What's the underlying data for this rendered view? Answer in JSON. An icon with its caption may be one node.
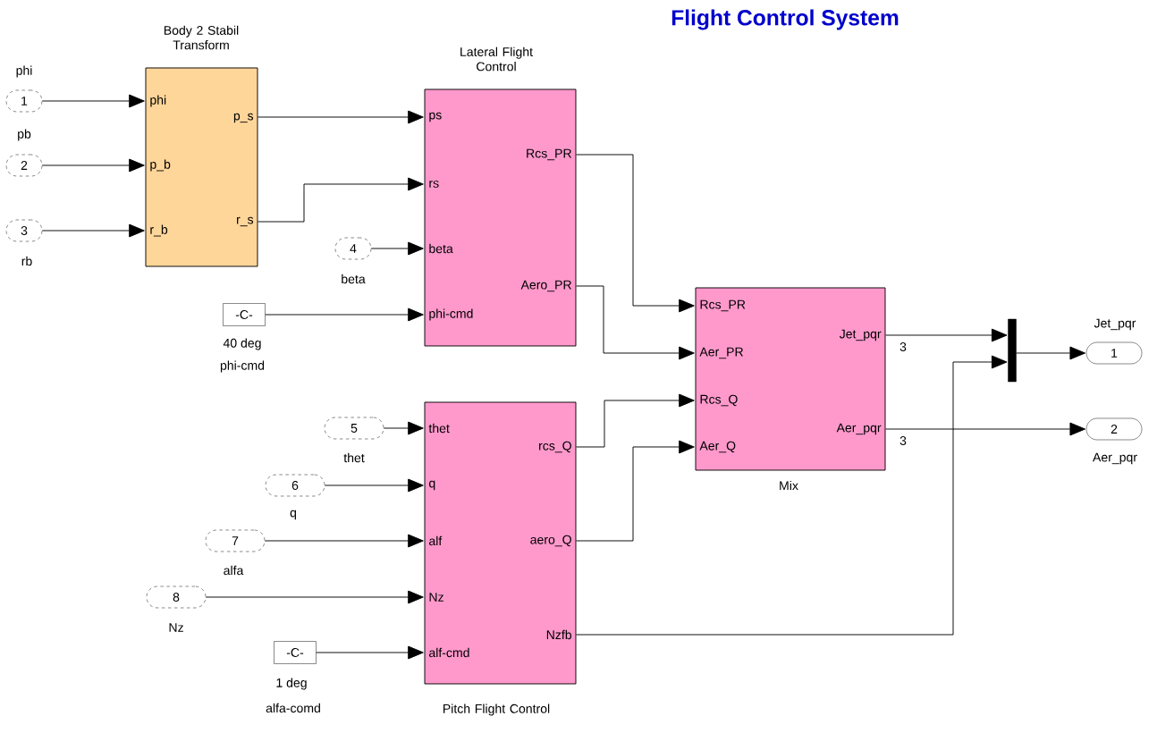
{
  "diagram": {
    "title": "Flight Control System",
    "nodes": [
      {
        "text": [
          "1"
        ],
        "beside": [
          "phi"
        ]
      },
      {
        "text": [
          "2"
        ],
        "beside": [
          "pb"
        ]
      },
      {
        "text": [
          "3"
        ],
        "beside": [
          "rb"
        ]
      },
      {
        "text": [
          "Body 2 Stabil Transform",
          "phi",
          "p_b",
          "r_b",
          "p_s",
          "r_s"
        ]
      },
      {
        "text": [
          "4"
        ],
        "beside": [
          "beta"
        ]
      },
      {
        "text": [
          "-C-"
        ],
        "beside": [
          "40 deg",
          "phi-cmd"
        ]
      },
      {
        "text": [
          "Lateral Flight Control",
          "ps",
          "rs",
          "beta",
          "phi-cmd",
          "Rcs_PR",
          "Aero_PR"
        ]
      },
      {
        "text": [
          "5"
        ],
        "beside": [
          "thet"
        ]
      },
      {
        "text": [
          "6"
        ],
        "beside": [
          "q"
        ]
      },
      {
        "text": [
          "7"
        ],
        "beside": [
          "alfa"
        ]
      },
      {
        "text": [
          "8"
        ],
        "beside": [
          "Nz"
        ]
      },
      {
        "text": [
          "-C-"
        ],
        "beside": [
          "1 deg",
          "alfa-comd"
        ]
      },
      {
        "text": [
          "Pitch Flight Control",
          "thet",
          "q",
          "alf",
          "Nz",
          "alf-cmd",
          "rcs_Q",
          "aero_Q",
          "Nzfb"
        ]
      },
      {
        "text": [
          "Mix",
          "Rcs_PR",
          "Aer_PR",
          "Rcs_Q",
          "Aer_Q",
          "Jet_pqr",
          "Aer_pqr"
        ]
      },
      {
        "text": [],
        "shape": "bar"
      },
      {
        "text": [
          "1"
        ],
        "beside": [
          "Jet_pqr"
        ]
      },
      {
        "text": [
          "2"
        ],
        "beside": [
          "Aer_pqr"
        ]
      }
    ],
    "edges": [
      {
        "from": 0,
        "to": 3,
        "arrow": "to"
      },
      {
        "from": 1,
        "to": 3,
        "arrow": "to"
      },
      {
        "from": 2,
        "to": 3,
        "arrow": "to"
      },
      {
        "from": 3,
        "to": 6,
        "arrow": "to"
      },
      {
        "from": 3,
        "to": 6,
        "arrow": "to"
      },
      {
        "from": 4,
        "to": 6,
        "arrow": "to"
      },
      {
        "from": 5,
        "to": 6,
        "arrow": "to"
      },
      {
        "from": 6,
        "to": 13,
        "arrow": "to"
      },
      {
        "from": 6,
        "to": 13,
        "arrow": "to"
      },
      {
        "from": 7,
        "to": 12,
        "arrow": "to"
      },
      {
        "from": 8,
        "to": 12,
        "arrow": "to"
      },
      {
        "from": 9,
        "to": 12,
        "arrow": "to"
      },
      {
        "from": 10,
        "to": 12,
        "arrow": "to"
      },
      {
        "from": 11,
        "to": 12,
        "arrow": "to"
      },
      {
        "from": 12,
        "to": 13,
        "arrow": "to"
      },
      {
        "from": 12,
        "to": 13,
        "arrow": "to"
      },
      {
        "from": 13,
        "to": 14,
        "arrow": "to",
        "label": "3"
      },
      {
        "from": 12,
        "to": 14,
        "arrow": "to"
      },
      {
        "from": 14,
        "to": 15,
        "arrow": "to"
      },
      {
        "from": 13,
        "to": 16,
        "arrow": "to",
        "label": "3"
      }
    ]
  }
}
